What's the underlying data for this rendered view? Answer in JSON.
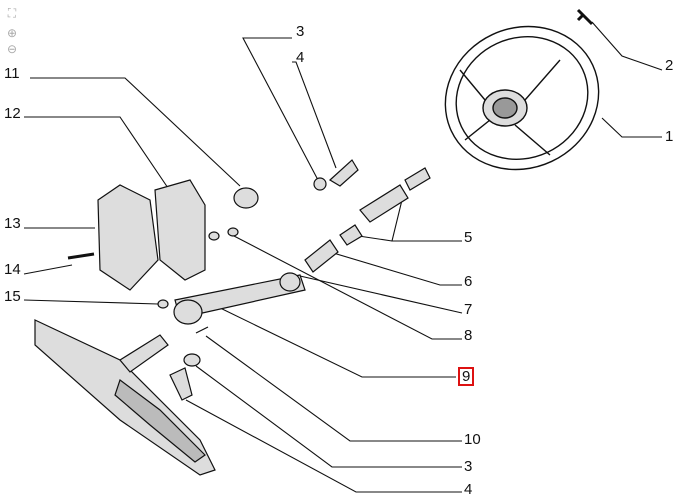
{
  "toolbar": {
    "items": [
      {
        "name": "fit-screen-icon",
        "glyph": "⛶"
      },
      {
        "name": "zoom-in-icon",
        "glyph": "⊕"
      },
      {
        "name": "zoom-out-icon",
        "glyph": "⊖"
      }
    ]
  },
  "diagram": {
    "highlight_color": "#dd1111",
    "selected_part": "9",
    "labels": {
      "p3_top": "3",
      "p4_top": "4",
      "p2": "2",
      "p1": "1",
      "p11": "11",
      "p12": "12",
      "p13": "13",
      "p14": "14",
      "p15": "15",
      "p5": "5",
      "p6": "6",
      "p7": "7",
      "p8": "8",
      "p9": "9",
      "p10": "10",
      "p3_bottom": "3",
      "p4_bottom": "4"
    }
  }
}
